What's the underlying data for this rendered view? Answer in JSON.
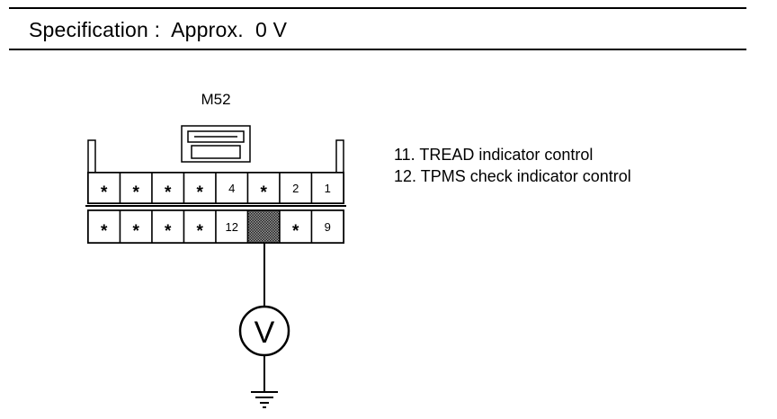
{
  "specification": {
    "label": "Specification",
    "separator": ":",
    "value": "Approx.",
    "reading": "0 V"
  },
  "connector": {
    "name": "M52",
    "top_row": [
      "*",
      "*",
      "*",
      "*",
      "4",
      "*",
      "2",
      "1"
    ],
    "bottom_row": [
      "*",
      "*",
      "*",
      "*",
      "12",
      "",
      "*",
      "9"
    ],
    "probed_pin_index": 5
  },
  "meter": {
    "symbol": "V"
  },
  "legend": [
    "11. TREAD indicator control",
    "12. TPMS check indicator control"
  ]
}
